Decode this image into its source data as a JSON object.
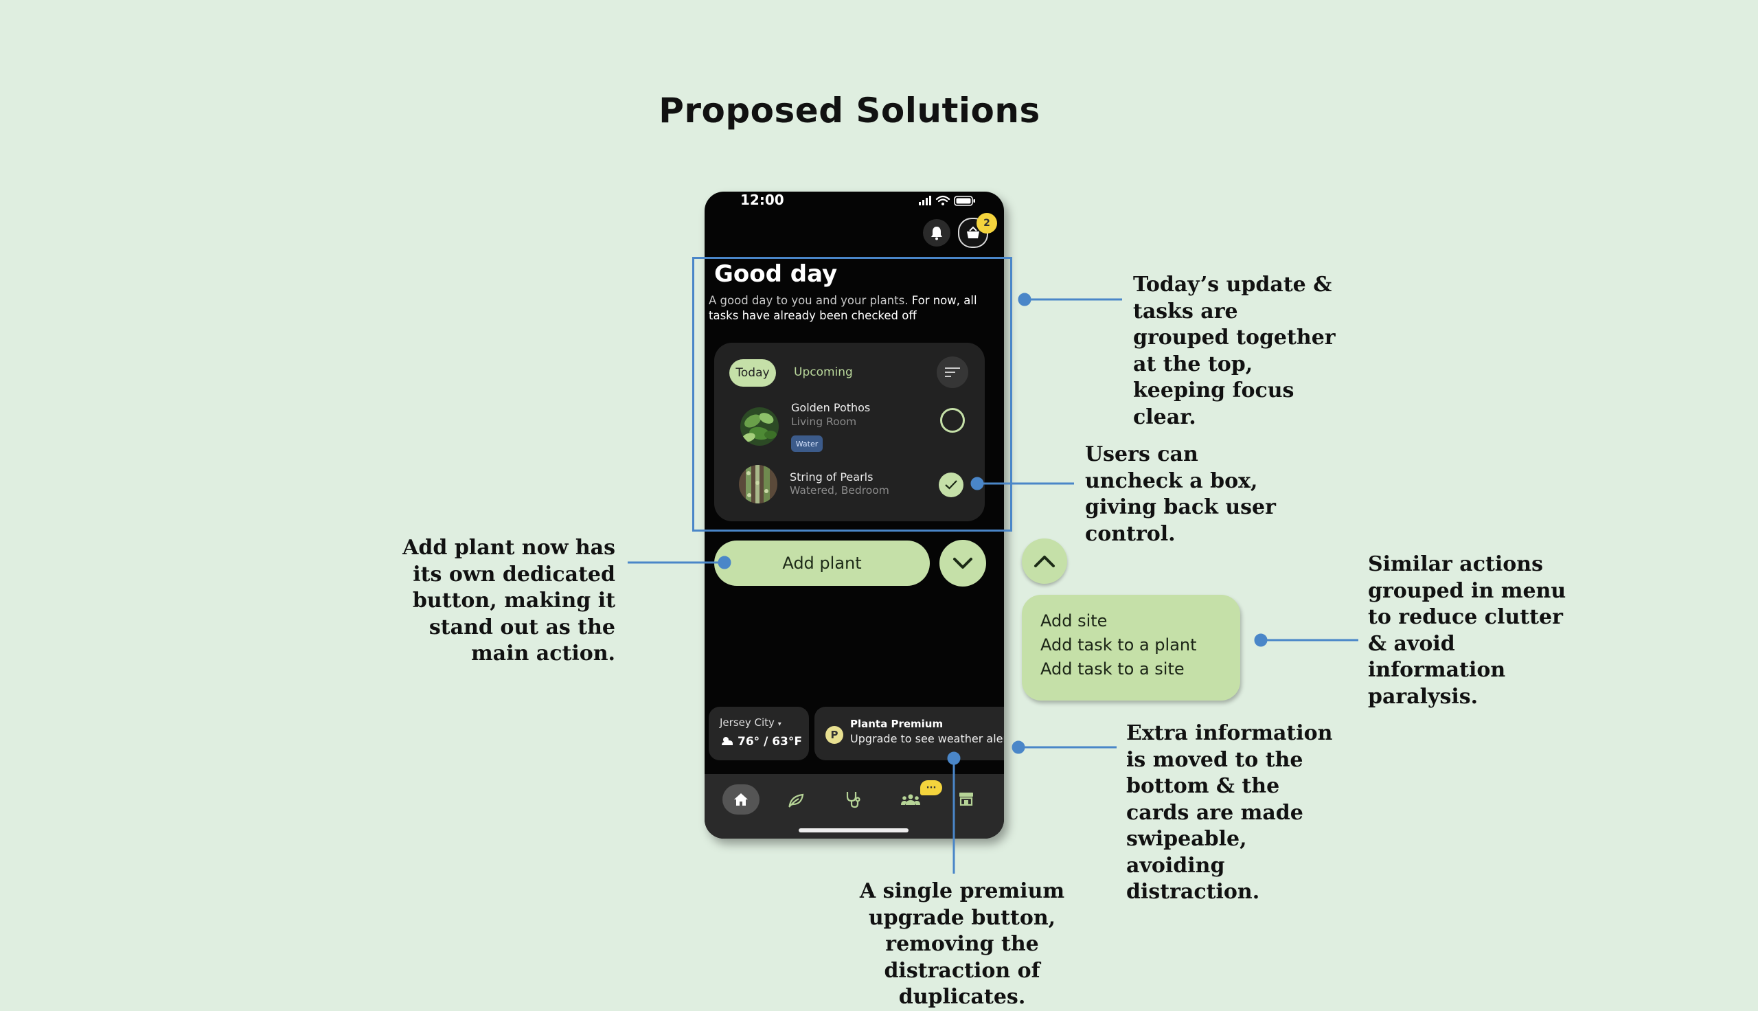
{
  "page": {
    "title": "Proposed Solutions"
  },
  "phone": {
    "status_time": "12:00",
    "cart_badge": "2",
    "greeting_title": "Good day",
    "greeting_sub_muted": "A good day to you and your plants.",
    "greeting_sub_main": "For now, all tasks have already been checked off",
    "tabs": {
      "today": "Today",
      "upcoming": "Upcoming"
    },
    "tasks": [
      {
        "name": "Golden Pothos",
        "location": "Living Room",
        "tag": "Water",
        "checked": false
      },
      {
        "name": "String of Pearls",
        "location": "Watered, Bedroom",
        "checked": true
      }
    ],
    "add_plant_label": "Add plant",
    "weather": {
      "city": "Jersey City",
      "temp": "76° / 63°F"
    },
    "premium": {
      "title": "Planta Premium",
      "subtitle": "Upgrade to see weather alerts",
      "logo": "P"
    },
    "nav_badge": "···",
    "nav_items": [
      "home-icon",
      "plant-icon",
      "doctor-icon",
      "community-icon",
      "shop-icon"
    ]
  },
  "menu": {
    "items": [
      "Add site",
      "Add task to a plant",
      "Add task to a site"
    ]
  },
  "annotations": {
    "grouped": "Today’s update & tasks are grouped together at the top, keeping focus clear.",
    "uncheck": "Users can uncheck a box, giving back user control.",
    "add_plant": "Add plant now has its own dedicated button, making it stand out as the main action.",
    "menu": "Similar actions grouped in menu to reduce clutter & avoid information paralysis.",
    "bottom": "Extra information is moved to the bottom & the cards are made swipeable, avoiding distraction.",
    "premium": "A single premium upgrade button, removing the distraction of duplicates."
  },
  "colors": {
    "background": "#dfeee0",
    "accent_green": "#c5e0a8",
    "annotation_blue": "#4a86c8",
    "phone_bg": "#050505",
    "badge_yellow": "#f4d43d"
  }
}
